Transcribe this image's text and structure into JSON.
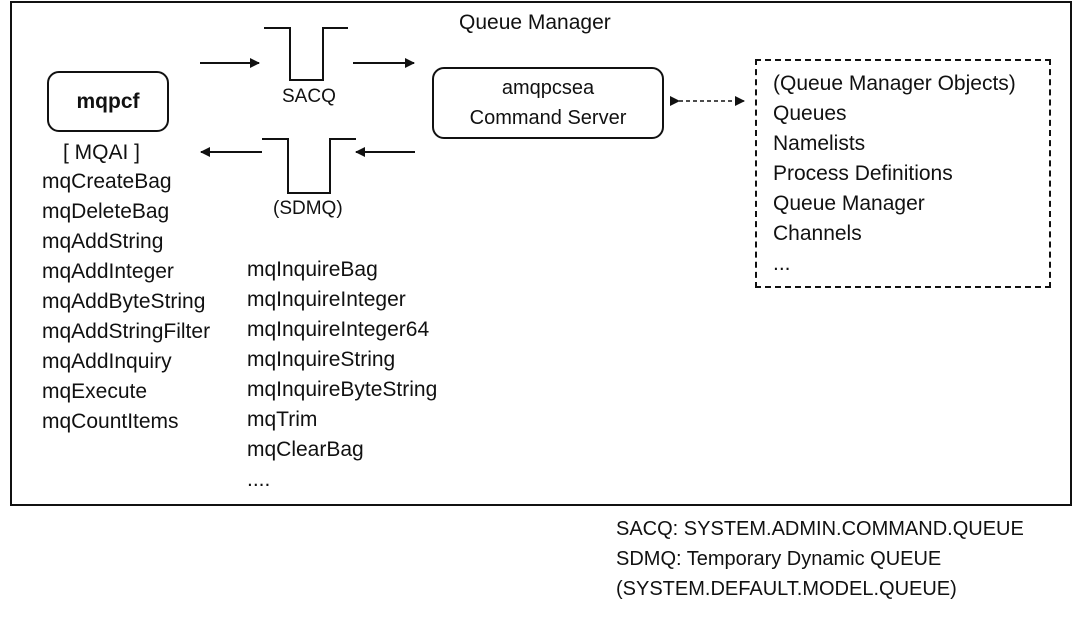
{
  "title": "Queue Manager",
  "mqpcf_label": "mqpcf",
  "mqai_label": "[ MQAI ]",
  "mqai_functions": [
    "mqCreateBag",
    "mqDeleteBag",
    "mqAddString",
    "mqAddInteger",
    "mqAddByteString",
    "mqAddStringFilter",
    "mqAddInquiry",
    "mqExecute",
    "mqCountItems"
  ],
  "inquire_functions": [
    "mqInquireBag",
    "mqInquireInteger",
    "mqInquireInteger64",
    "mqInquireString",
    "mqInquireByteString",
    "mqTrim",
    "mqClearBag",
    "...."
  ],
  "sacq_label": "SACQ",
  "sdmq_label": "(SDMQ)",
  "command_server": {
    "line1": "amqpcsea",
    "line2": "Command Server"
  },
  "qm_objects": [
    "(Queue Manager Objects)",
    "Queues",
    "Namelists",
    "Process Definitions",
    "Queue Manager",
    "Channels",
    "..."
  ],
  "legend": [
    "SACQ: SYSTEM.ADMIN.COMMAND.QUEUE",
    "SDMQ: Temporary Dynamic QUEUE",
    "(SYSTEM.DEFAULT.MODEL.QUEUE)"
  ]
}
